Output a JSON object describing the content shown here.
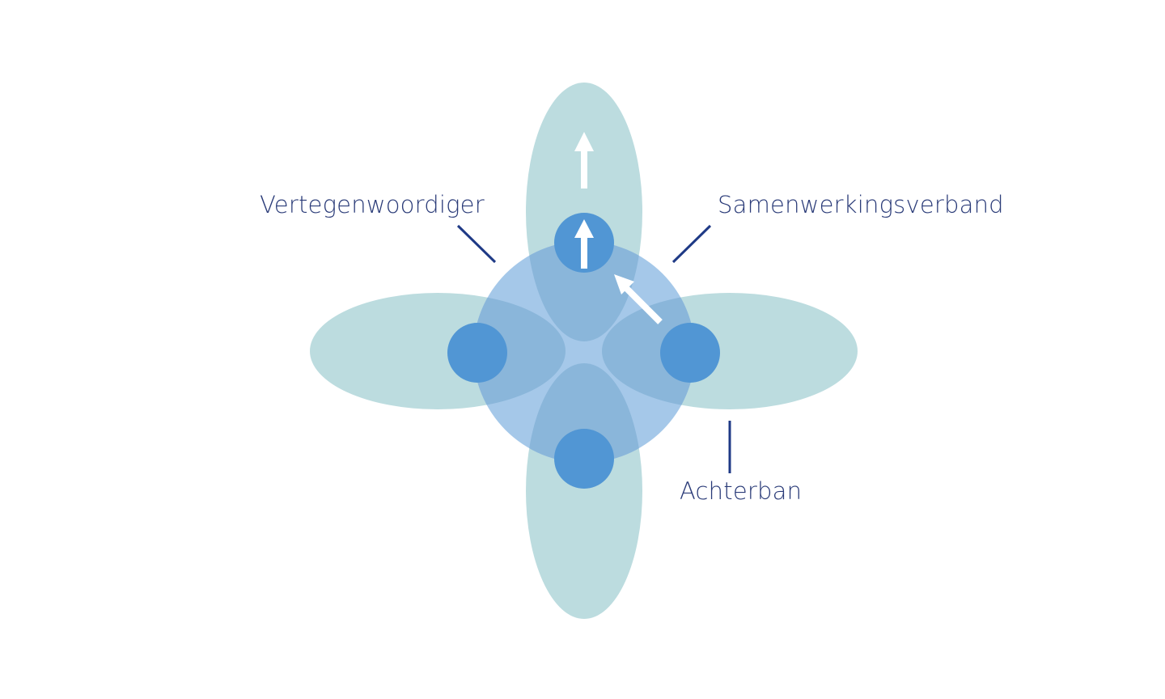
{
  "diagram": {
    "type": "four-petal model",
    "colors": {
      "background": "#ffffff",
      "petal": "#bcdcdf",
      "core_circle": "#7fb0e0",
      "node": "#5196d4",
      "arrow": "#ffffff",
      "label_text": "#2a3b78",
      "leader_line": "#1f3a86"
    },
    "labels": {
      "representative": "Vertegenwoordiger",
      "partnership": "Samenwerkingsverband",
      "constituency": "Achterban"
    },
    "nodes": [
      {
        "id": "top",
        "arrow": "up"
      },
      {
        "id": "left"
      },
      {
        "id": "right"
      },
      {
        "id": "bottom"
      }
    ],
    "arrows": [
      {
        "id": "petal-arrow-up",
        "direction": "up"
      },
      {
        "id": "node-arrow-up",
        "direction": "up"
      },
      {
        "id": "diagonal-arrow",
        "direction": "up-left",
        "from": "right node",
        "to": "top node"
      }
    ]
  }
}
